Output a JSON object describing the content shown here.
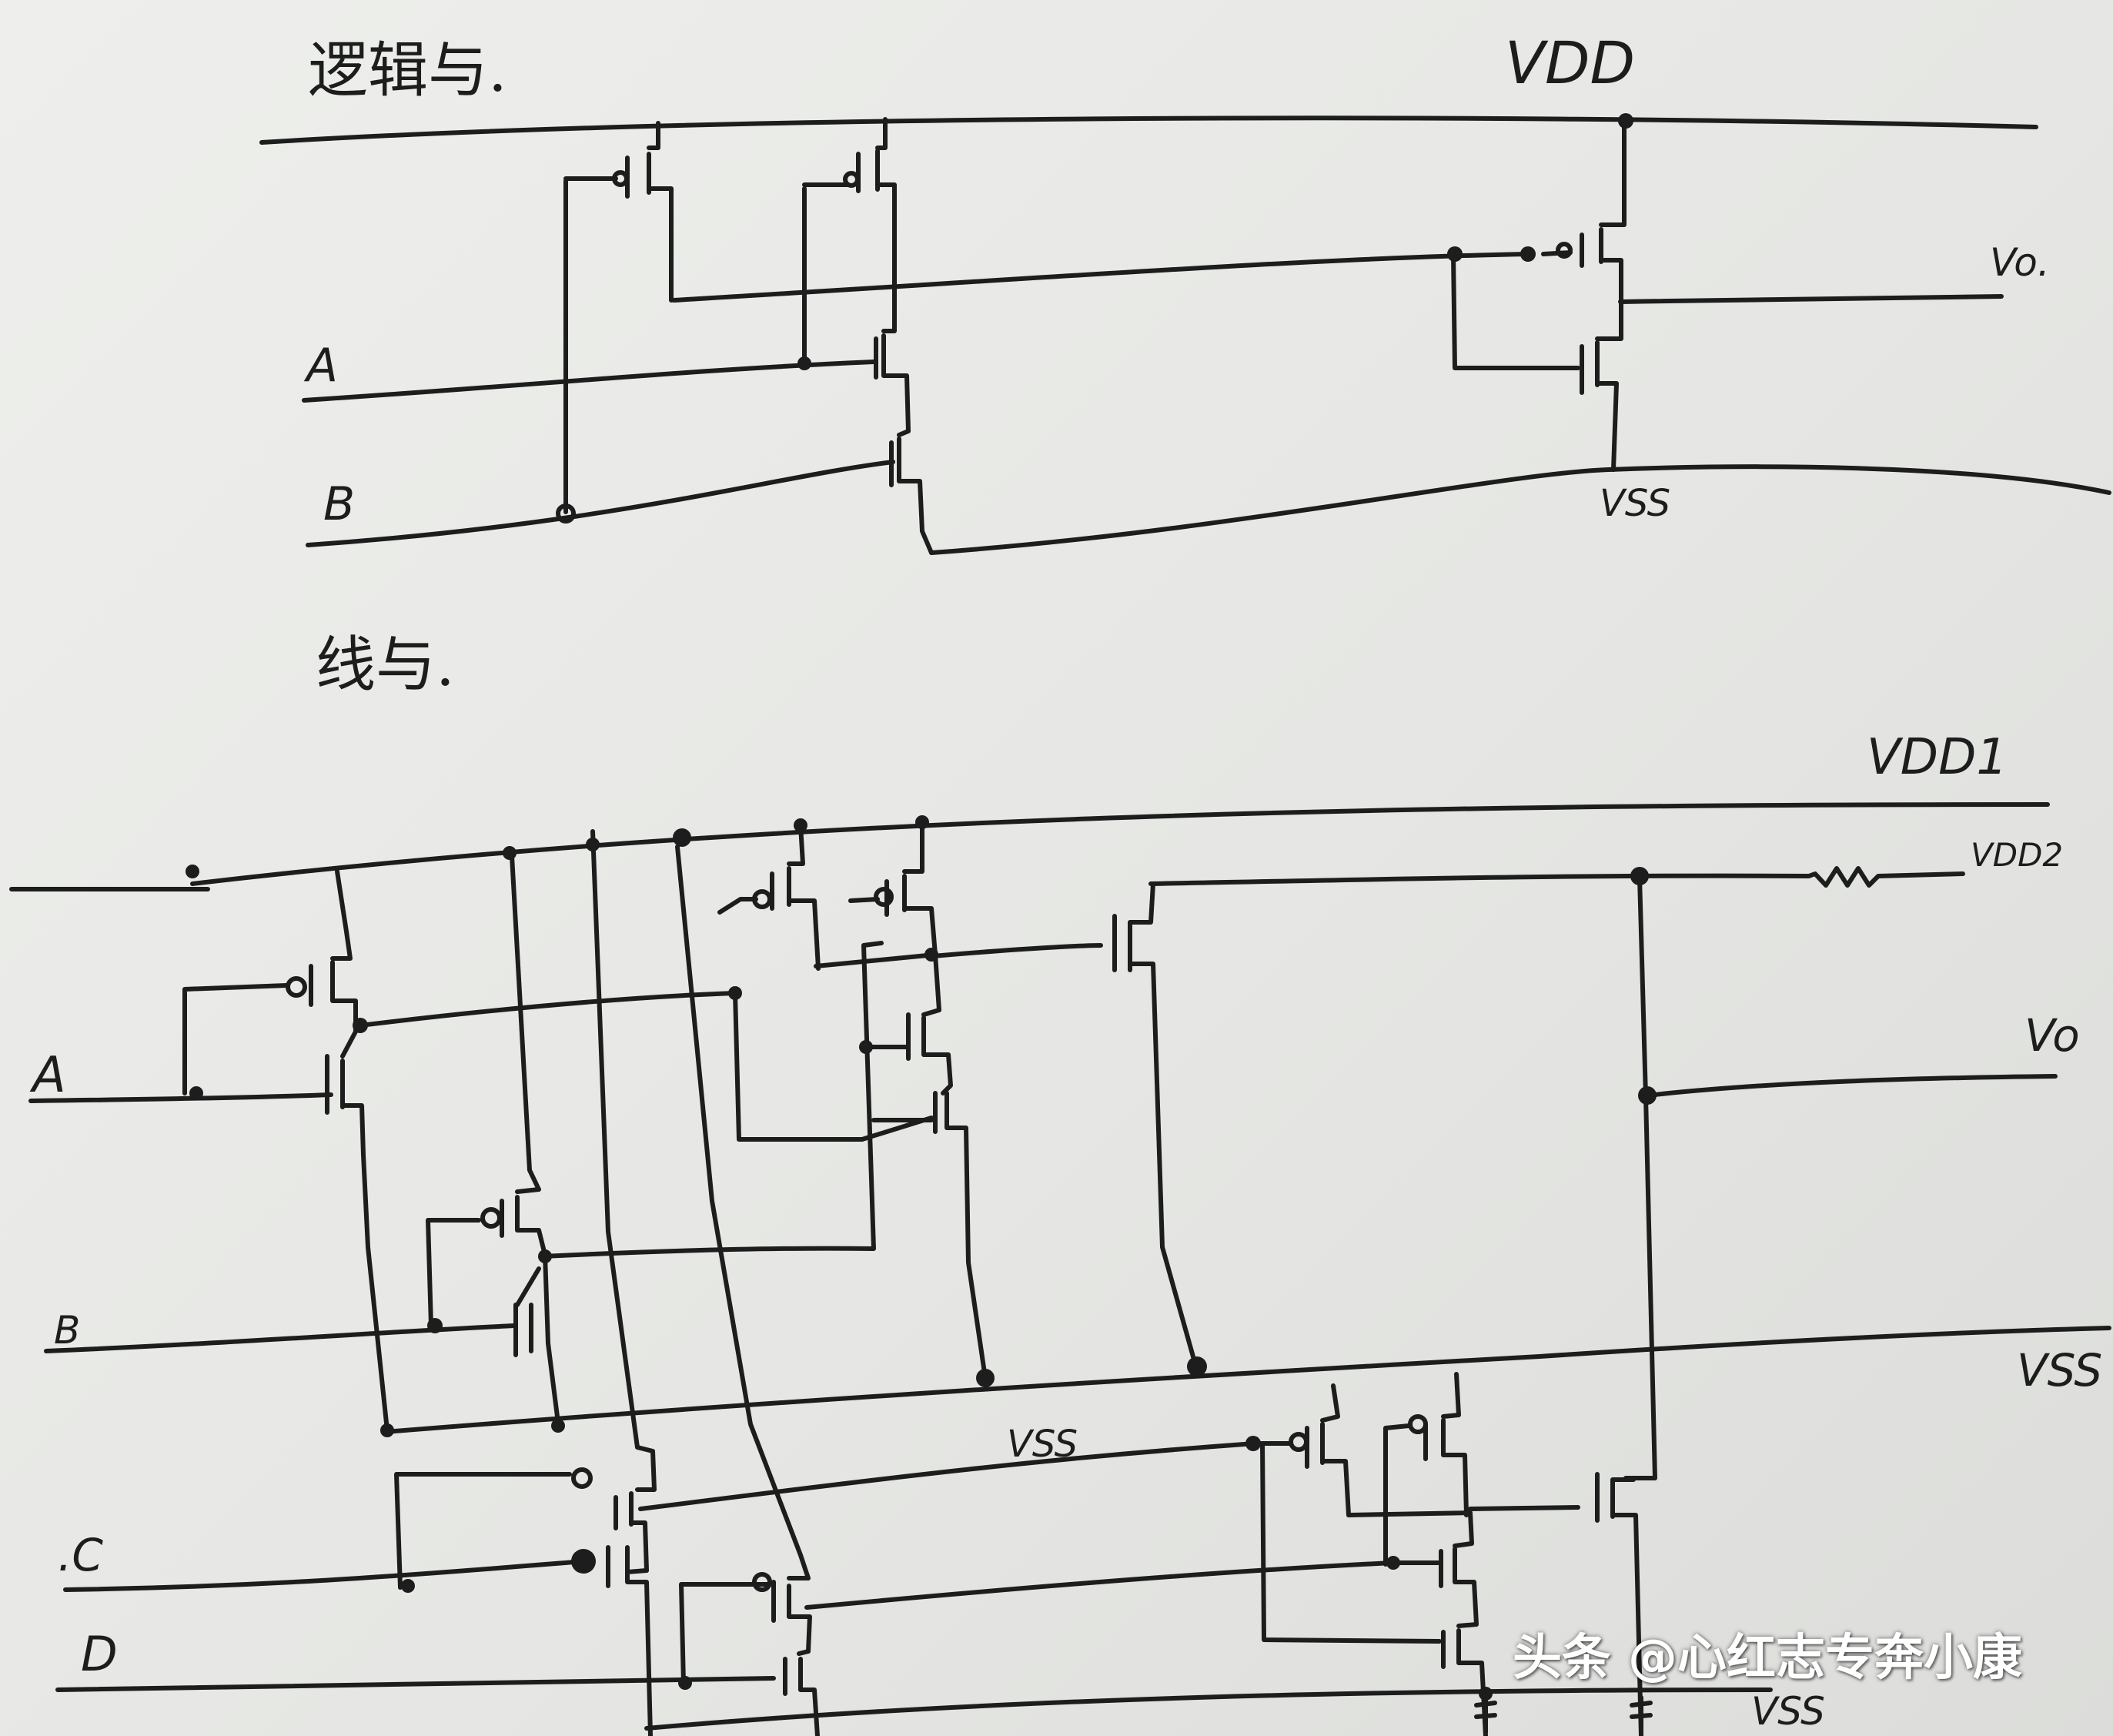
{
  "diagram": {
    "logic_and": {
      "title": "逻辑与.",
      "vdd": "VDD",
      "input_a": "A",
      "input_b": "B",
      "output": "Vo.",
      "vss": "VSS"
    },
    "wired_and": {
      "title": "线与.",
      "vdd1": "VDD1",
      "vdd2": "VDD2",
      "input_a": "A",
      "input_b": "B",
      "input_c": ".C",
      "input_d": "D",
      "output": "Vo",
      "vss": "VSS",
      "vss_bottom": "VSS",
      "scribble": "VSS"
    }
  },
  "watermark": {
    "brand": "头条",
    "handle": "@心红志专奔小康"
  }
}
